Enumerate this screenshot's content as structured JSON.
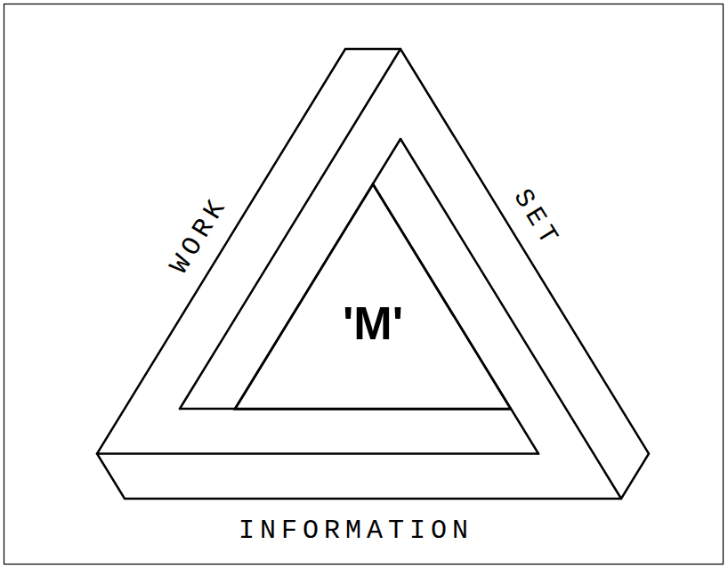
{
  "diagram": {
    "nodes": [
      {
        "text": [
          "'M'"
        ]
      }
    ],
    "labels": [
      "WORK",
      "SET",
      "INFORMATION"
    ]
  }
}
